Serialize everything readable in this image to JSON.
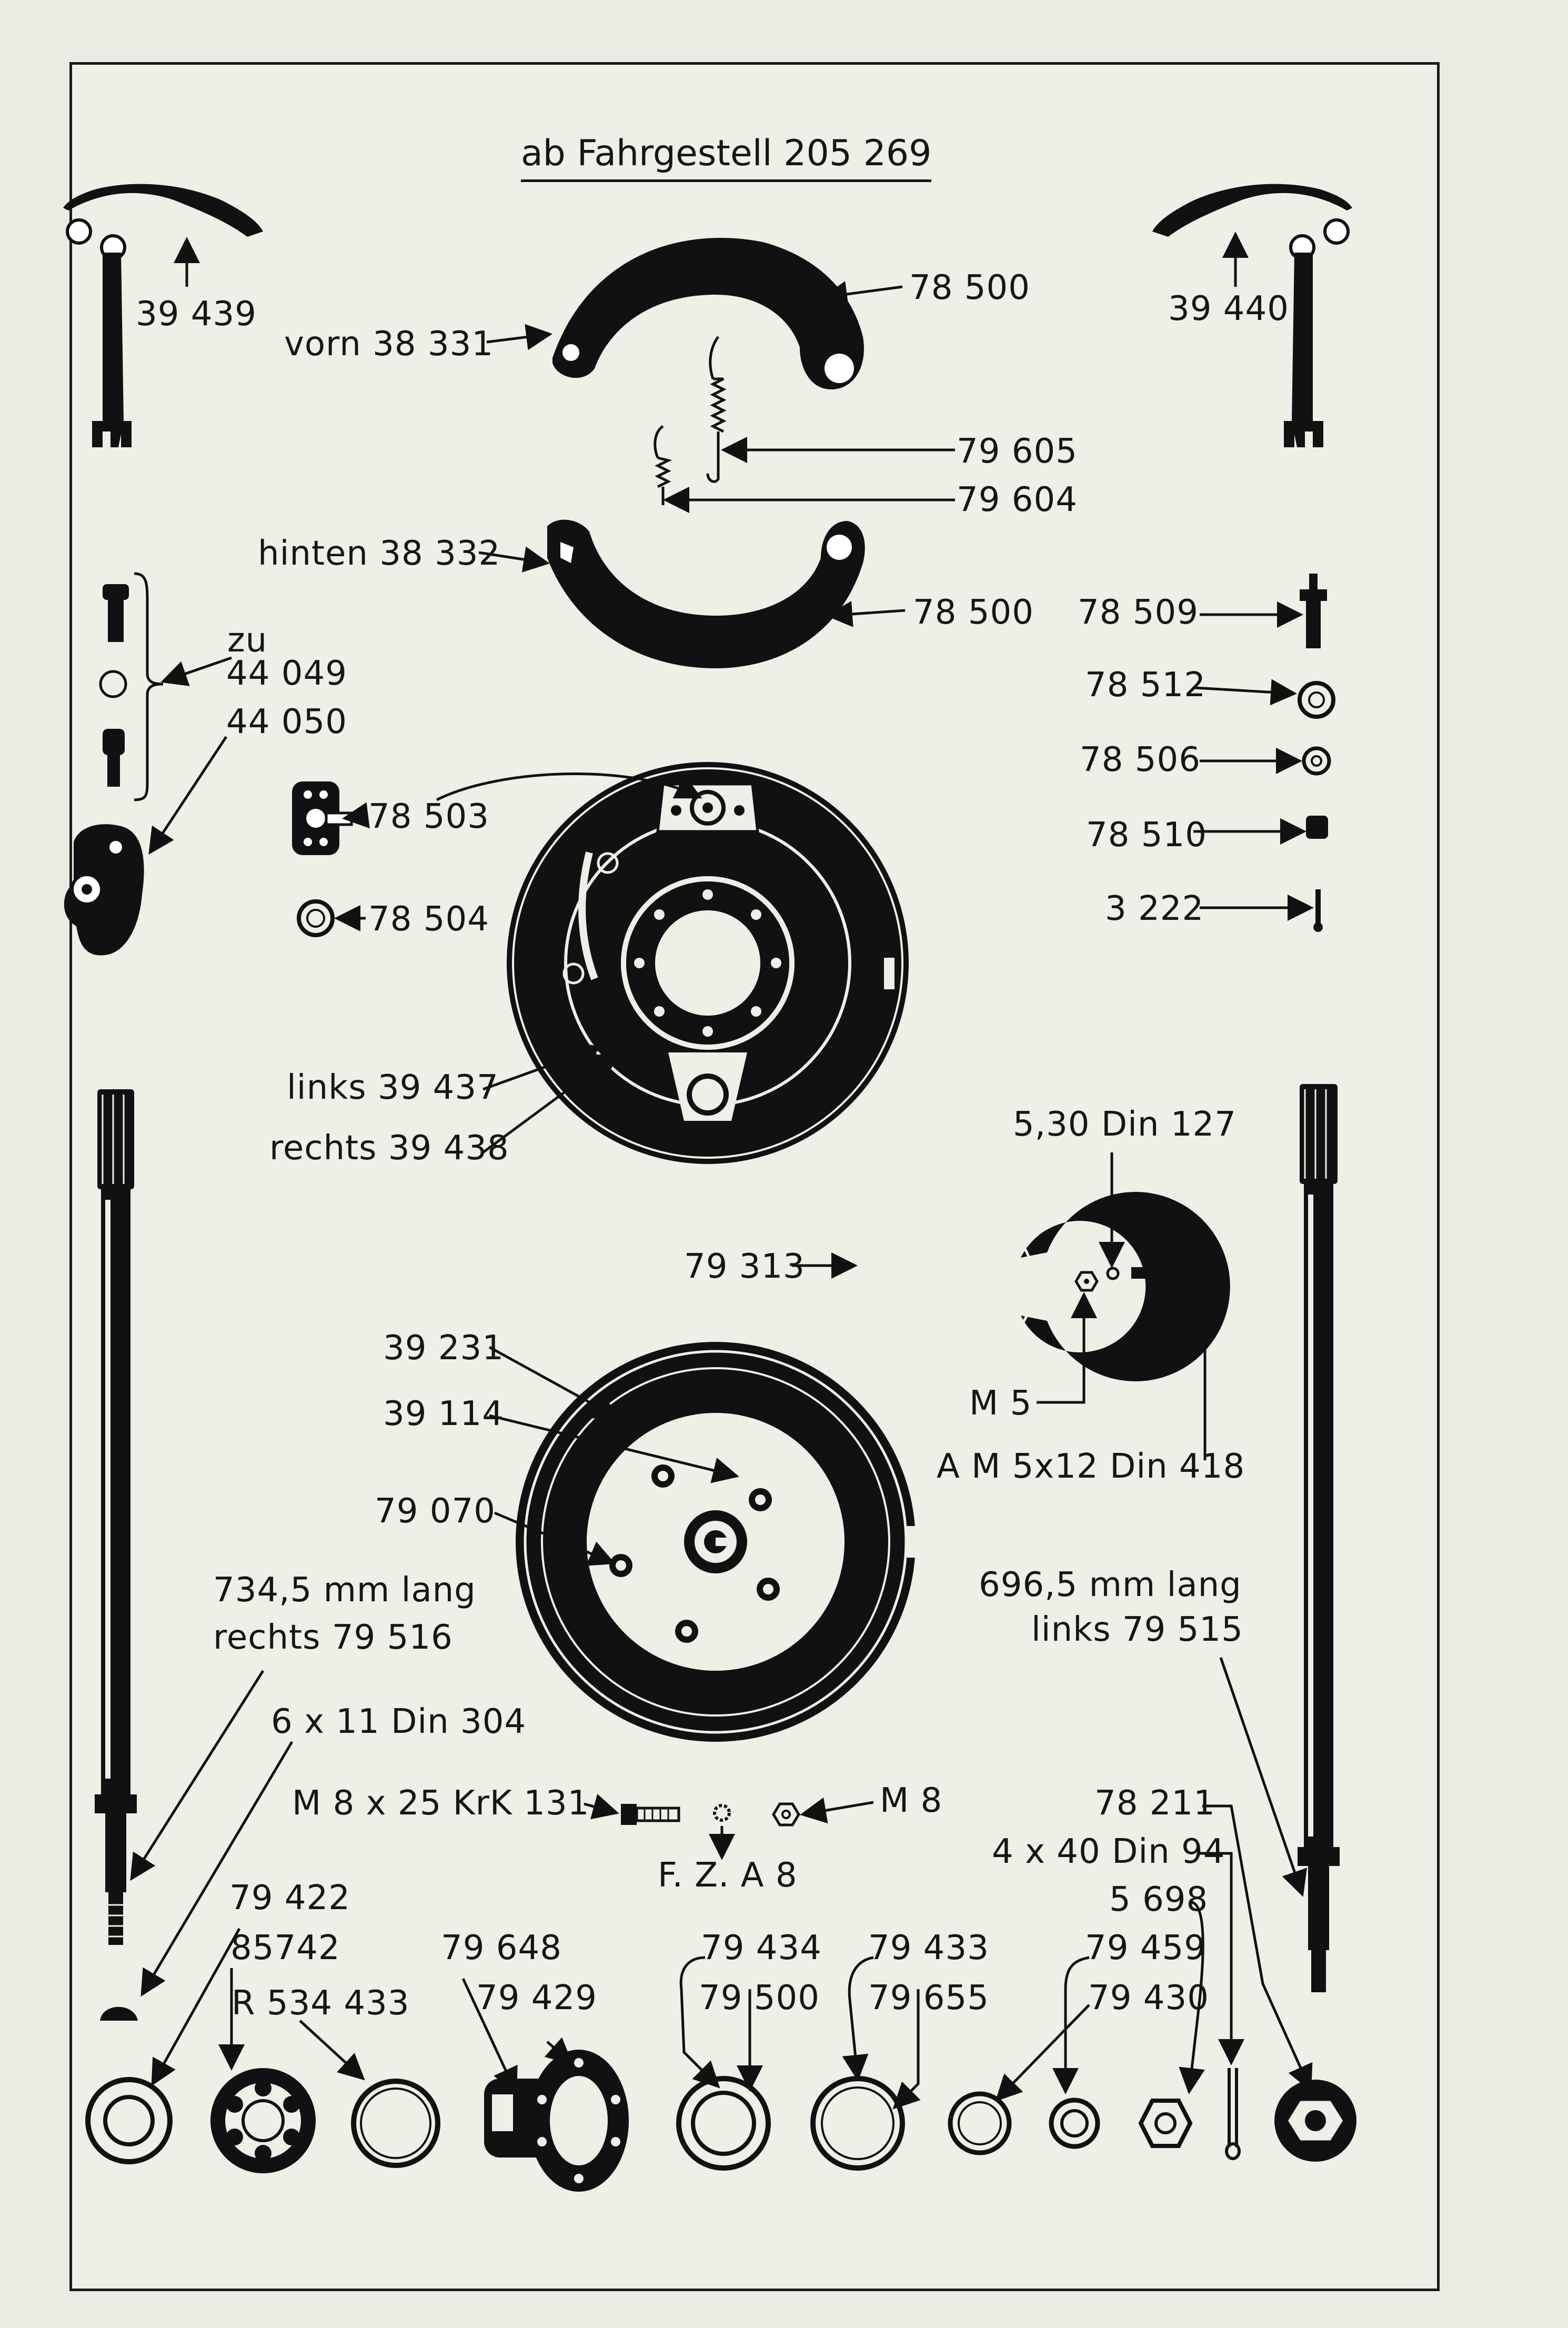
{
  "title": "ab Fahrgestell 205 269",
  "labels": {
    "p39439": "39 439",
    "p39440": "39 440",
    "vorn": "vorn  38 331",
    "p78500a": "78 500",
    "p79605": "79 605",
    "p79604": "79 604",
    "hinten": "hinten  38 332",
    "p78500b": "78 500",
    "p78509": "78 509",
    "zu": "zu",
    "p44049": "44 049",
    "p44050": "44 050",
    "p78512": "78 512",
    "p78506": "78 506",
    "p78503": "78 503",
    "p78510": "78 510",
    "p78504": "78 504",
    "p3222": "3 222",
    "links39437": "links  39 437",
    "rechts39438": "rechts  39 438",
    "din127": "5,30 Din 127",
    "p79313": "79 313",
    "m5": "M 5",
    "p39231": "39 231",
    "p39114": "39 114",
    "am5x12": "A M 5x12 Din 418",
    "p79070": "79 070",
    "len7345": "734,5 mm lang",
    "rechts79516": "rechts 79 516",
    "len6965": "696,5 mm lang",
    "links79515": "links 79 515",
    "din304": "6 x 11 Din 304",
    "m8x25": "M 8 x 25 KrK 131",
    "m8": "M 8",
    "p78211": "78 211",
    "din94": "4 x 40 Din 94",
    "fza8": "F. Z. A 8",
    "p79422": "79 422",
    "p5698": "5 698",
    "p85742": "85742",
    "p79648": "79 648",
    "p79434": "79 434",
    "p79433": "79 433",
    "p79459": "79 459",
    "r534433": "R  534 433",
    "p79429": "79 429",
    "p79500": "79 500",
    "p79655": "79 655",
    "p79430": "79 430"
  }
}
